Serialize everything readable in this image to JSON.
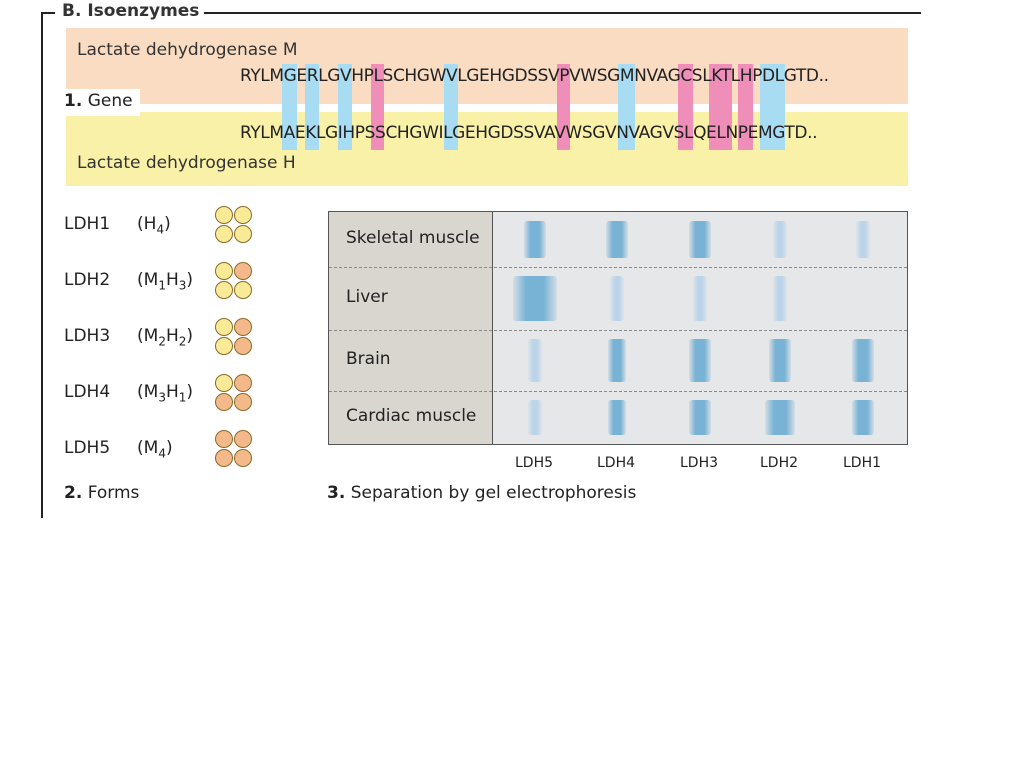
{
  "section": {
    "title": "B. Isoenzymes"
  },
  "gene": {
    "caption_number": "1.",
    "caption_text": "Gene",
    "enzyme_m": "Lactate dehydrogenase M",
    "enzyme_h": "Lactate dehydrogenase H",
    "sequence_m": "RYLMGERLGVHPLSCHGWVLGEHGDSSVPVWSGMNVAGCSLKTLHPDLGTD..",
    "sequence_h": "RYLMAEKLGIHPSSCHGWILGEHGDSSVAVWSGVNVAGVSLQELNPEMGTD..",
    "highlights_legend": {
      "similar": "#a8dcf2",
      "different": "#ef8fb9"
    }
  },
  "forms": {
    "caption_number": "2.",
    "caption_text": "Forms",
    "colors": {
      "M_subunit": "#f4b98a",
      "H_subunit": "#f8ea96"
    },
    "items": [
      {
        "name": "LDH1",
        "formula_base": [
          "H"
        ],
        "formula_sub": [
          "4"
        ],
        "composition": [
          "H",
          "H",
          "H",
          "H"
        ]
      },
      {
        "name": "LDH2",
        "formula_base": [
          "M",
          "H"
        ],
        "formula_sub": [
          "1",
          "3"
        ],
        "composition": [
          "H",
          "M",
          "H",
          "H"
        ]
      },
      {
        "name": "LDH3",
        "formula_base": [
          "M",
          "H"
        ],
        "formula_sub": [
          "2",
          "2"
        ],
        "composition": [
          "H",
          "M",
          "H",
          "M"
        ]
      },
      {
        "name": "LDH4",
        "formula_base": [
          "M",
          "H"
        ],
        "formula_sub": [
          "3",
          "1"
        ],
        "composition": [
          "H",
          "M",
          "M",
          "M"
        ]
      },
      {
        "name": "LDH5",
        "formula_base": [
          "M"
        ],
        "formula_sub": [
          "4"
        ],
        "composition": [
          "M",
          "M",
          "M",
          "M"
        ]
      }
    ]
  },
  "gel": {
    "caption_number": "3.",
    "caption_text": "Separation by gel electrophoresis",
    "lanes": [
      "LDH5",
      "LDH4",
      "LDH3",
      "LDH2",
      "LDH1"
    ],
    "tissues": [
      {
        "name": "Skeletal muscle",
        "intensity": [
          3,
          3,
          3,
          1,
          1
        ]
      },
      {
        "name": "Liver",
        "intensity": [
          4,
          1,
          1,
          1,
          0
        ]
      },
      {
        "name": "Brain",
        "intensity": [
          1,
          2,
          3,
          3,
          3
        ]
      },
      {
        "name": "Cardiac muscle",
        "intensity": [
          1,
          2,
          3,
          4,
          3
        ]
      }
    ]
  }
}
